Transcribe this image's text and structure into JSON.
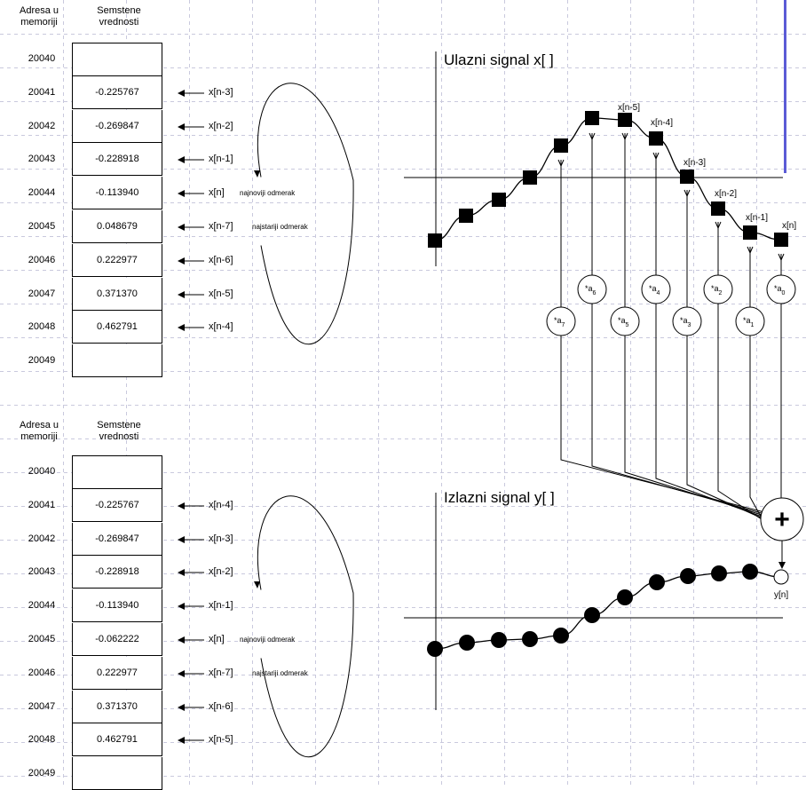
{
  "colors": {
    "accent_bar": "#5b5bd6",
    "grid": "#c9c9dd"
  },
  "table_top": {
    "header_addr": "Adresa u memoriji",
    "header_val": "Semstene vrednosti",
    "rows": [
      {
        "addr": "20040",
        "val": "",
        "ptr": ""
      },
      {
        "addr": "20041",
        "val": "-0.225767",
        "ptr": "x[n-3]"
      },
      {
        "addr": "20042",
        "val": "-0.269847",
        "ptr": "x[n-2]"
      },
      {
        "addr": "20043",
        "val": "-0.228918",
        "ptr": "x[n-1]"
      },
      {
        "addr": "20044",
        "val": "-0.113940",
        "ptr": "x[n]",
        "note": "najnoviji odmerak"
      },
      {
        "addr": "20045",
        "val": "0.048679",
        "ptr": "x[n-7]",
        "note": "najstariji odmerak"
      },
      {
        "addr": "20046",
        "val": "0.222977",
        "ptr": "x[n-6]"
      },
      {
        "addr": "20047",
        "val": "0.371370",
        "ptr": "x[n-5]"
      },
      {
        "addr": "20048",
        "val": "0.462791",
        "ptr": "x[n-4]"
      },
      {
        "addr": "20049",
        "val": "",
        "ptr": ""
      }
    ]
  },
  "table_bottom": {
    "header_addr": "Adresa u memoriji",
    "header_val": "Semstene vrednosti",
    "rows": [
      {
        "addr": "20040",
        "val": "",
        "ptr": ""
      },
      {
        "addr": "20041",
        "val": "-0.225767",
        "ptr": "x[n-4]"
      },
      {
        "addr": "20042",
        "val": "-0.269847",
        "ptr": "x[n-3]"
      },
      {
        "addr": "20043",
        "val": "-0.228918",
        "ptr": "x[n-2]"
      },
      {
        "addr": "20044",
        "val": "-0.113940",
        "ptr": "x[n-1]"
      },
      {
        "addr": "20045",
        "val": "-0.062222",
        "ptr": "x[n]",
        "note": "najnoviji odmerak"
      },
      {
        "addr": "20046",
        "val": "0.222977",
        "ptr": "x[n-7]",
        "note": "najstariji odmerak"
      },
      {
        "addr": "20047",
        "val": "0.371370",
        "ptr": "x[n-6]"
      },
      {
        "addr": "20048",
        "val": "0.462791",
        "ptr": "x[n-5]"
      },
      {
        "addr": "20049",
        "val": "",
        "ptr": ""
      }
    ]
  },
  "input_signal": {
    "title": "Ulazni signal x[ ]",
    "sample_labels": [
      "x[n-5]",
      "x[n-4]",
      "x[n-3]",
      "x[n-2]",
      "x[n-1]",
      "x[n]"
    ]
  },
  "coefficients": {
    "base": "*a",
    "subscripts": [
      "7",
      "6",
      "5",
      "4",
      "3",
      "2",
      "1",
      "0"
    ]
  },
  "output_signal": {
    "title": "Izlazni signal y[ ]",
    "output_label": "y[n]",
    "sum_symbol": "+"
  }
}
